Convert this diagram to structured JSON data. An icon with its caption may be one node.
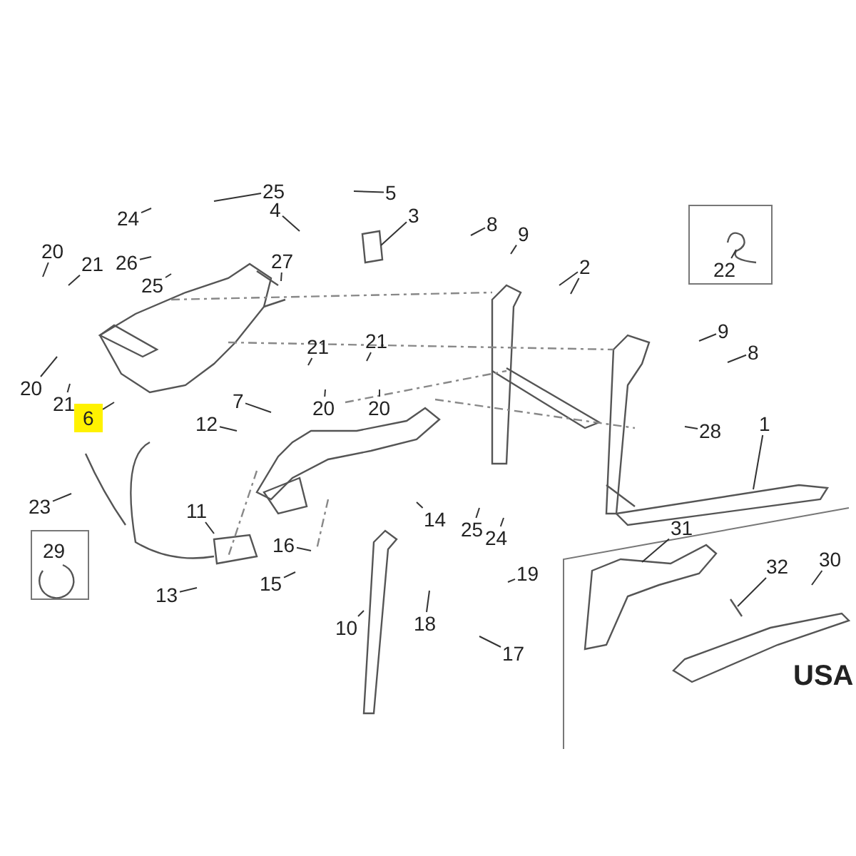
{
  "diagram": {
    "nodes": [
      {
        "text": [
          "25"
        ]
      },
      {
        "text": [
          "24"
        ]
      },
      {
        "text": [
          "5"
        ]
      },
      {
        "text": [
          "4"
        ]
      },
      {
        "text": [
          "3"
        ]
      },
      {
        "text": [
          "8"
        ]
      },
      {
        "text": [
          "9"
        ]
      },
      {
        "text": [
          "2"
        ]
      },
      {
        "text": [
          "22"
        ]
      },
      {
        "text": [
          "20"
        ]
      },
      {
        "text": [
          "21"
        ]
      },
      {
        "text": [
          "26"
        ]
      },
      {
        "text": [
          "25"
        ]
      },
      {
        "text": [
          "27"
        ]
      },
      {
        "text": [
          "20"
        ]
      },
      {
        "text": [
          "21"
        ]
      },
      {
        "text": [
          "6"
        ]
      },
      {
        "text": [
          "21"
        ]
      },
      {
        "text": [
          "21"
        ]
      },
      {
        "text": [
          "20"
        ]
      },
      {
        "text": [
          "20"
        ]
      },
      {
        "text": [
          "7"
        ]
      },
      {
        "text": [
          "12"
        ]
      },
      {
        "text": [
          "9"
        ]
      },
      {
        "text": [
          "8"
        ]
      },
      {
        "text": [
          "28"
        ]
      },
      {
        "text": [
          "1"
        ]
      },
      {
        "text": [
          "23"
        ]
      },
      {
        "text": [
          "11"
        ]
      },
      {
        "text": [
          "16"
        ]
      },
      {
        "text": [
          "15"
        ]
      },
      {
        "text": [
          "13"
        ]
      },
      {
        "text": [
          "10"
        ]
      },
      {
        "text": [
          "14"
        ]
      },
      {
        "text": [
          "25"
        ]
      },
      {
        "text": [
          "24"
        ]
      },
      {
        "text": [
          "18"
        ]
      },
      {
        "text": [
          "19"
        ]
      },
      {
        "text": [
          "17"
        ]
      },
      {
        "text": [
          "31"
        ]
      },
      {
        "text": [
          "32"
        ]
      },
      {
        "text": [
          "30"
        ]
      }
    ],
    "edges": [
      {
        "from": 0,
        "to": null,
        "arrow": "none"
      },
      {
        "from": 1,
        "to": null,
        "arrow": "none"
      },
      {
        "from": 2,
        "to": null,
        "arrow": "none"
      },
      {
        "from": 3,
        "to": null,
        "arrow": "none"
      },
      {
        "from": 4,
        "to": null,
        "arrow": "none"
      },
      {
        "from": 5,
        "to": null,
        "arrow": "none"
      },
      {
        "from": 6,
        "to": null,
        "arrow": "none"
      },
      {
        "from": 7,
        "to": null,
        "arrow": "none"
      },
      {
        "from": 7,
        "to": null,
        "arrow": "none"
      },
      {
        "from": 8,
        "to": null,
        "arrow": "none"
      },
      {
        "from": 9,
        "to": null,
        "arrow": "none"
      },
      {
        "from": 10,
        "to": null,
        "arrow": "none"
      },
      {
        "from": 11,
        "to": null,
        "arrow": "none"
      },
      {
        "from": 12,
        "to": null,
        "arrow": "none"
      },
      {
        "from": 13,
        "to": null,
        "arrow": "none"
      },
      {
        "from": 14,
        "to": null,
        "arrow": "none"
      },
      {
        "from": 15,
        "to": null,
        "arrow": "none"
      },
      {
        "from": 16,
        "to": null,
        "arrow": "none"
      },
      {
        "from": 17,
        "to": null,
        "arrow": "none"
      },
      {
        "from": 18,
        "to": null,
        "arrow": "none"
      },
      {
        "from": 19,
        "to": null,
        "arrow": "none"
      },
      {
        "from": 20,
        "to": null,
        "arrow": "none"
      },
      {
        "from": 21,
        "to": null,
        "arrow": "none"
      },
      {
        "from": 22,
        "to": null,
        "arrow": "none"
      },
      {
        "from": 23,
        "to": null,
        "arrow": "none"
      },
      {
        "from": 24,
        "to": null,
        "arrow": "none"
      },
      {
        "from": 25,
        "to": null,
        "arrow": "none"
      },
      {
        "from": 26,
        "to": null,
        "arrow": "none"
      },
      {
        "from": 27,
        "to": null,
        "arrow": "none"
      },
      {
        "from": 28,
        "to": null,
        "arrow": "none"
      },
      {
        "from": 29,
        "to": null,
        "arrow": "none"
      },
      {
        "from": 30,
        "to": null,
        "arrow": "none"
      },
      {
        "from": 31,
        "to": null,
        "arrow": "none"
      },
      {
        "from": 32,
        "to": null,
        "arrow": "none"
      },
      {
        "from": 33,
        "to": null,
        "arrow": "none"
      },
      {
        "from": 34,
        "to": null,
        "arrow": "none"
      },
      {
        "from": 35,
        "to": null,
        "arrow": "none"
      },
      {
        "from": 36,
        "to": null,
        "arrow": "none"
      },
      {
        "from": 37,
        "to": null,
        "arrow": "none"
      },
      {
        "from": 38,
        "to": null,
        "arrow": "none"
      },
      {
        "from": 39,
        "to": null,
        "arrow": "none"
      },
      {
        "from": 40,
        "to": null,
        "arrow": "none"
      },
      {
        "from": 41,
        "to": null,
        "arrow": "none"
      }
    ],
    "labels": [
      "29",
      "USA"
    ]
  }
}
